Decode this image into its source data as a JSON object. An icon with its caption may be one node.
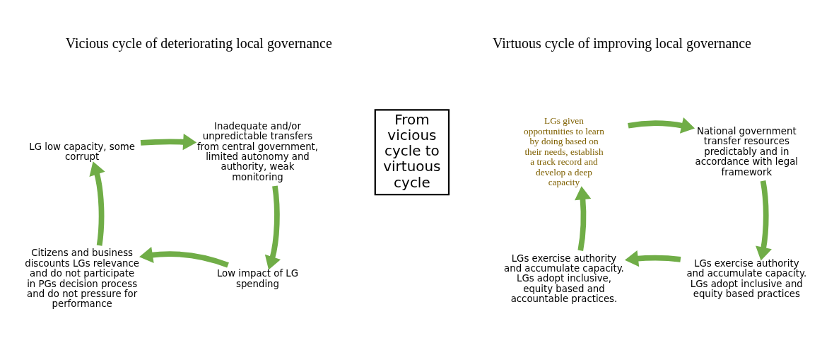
{
  "diagram": {
    "nodes": [
      {
        "text": [
          "LG low capacity, some corrupt"
        ]
      },
      {
        "text": [
          "Inadequate and/or unpredictable transfers from central government, limited autonomy and authority, weak monitoring"
        ]
      },
      {
        "text": [
          "Low impact of LG spending"
        ]
      },
      {
        "text": [
          "Citizens and business discounts LGs relevance and do not participate in PGs decision process and do not pressure for performance"
        ]
      },
      {
        "text": [
          "From vicious cycle to virtuous cycle"
        ]
      },
      {
        "text": [
          "LGs given opportunities to learn by doing based on their needs, establish a track record and develop a deep capacity"
        ]
      },
      {
        "text": [
          "National government transfer resources predictably and in accordance with legal framework"
        ]
      },
      {
        "text": [
          "LGs exercise authority and accumulate capacity. LGs adopt inclusive and equity based practices"
        ]
      },
      {
        "text": [
          "LGs exercise authority and accumulate capacity. LGs adopt inclusive, equity based and accountable practices."
        ]
      }
    ],
    "edges": [
      {
        "from": 0,
        "to": 1,
        "arrow": "to"
      },
      {
        "from": 1,
        "to": 2,
        "arrow": "to"
      },
      {
        "from": 2,
        "to": 3,
        "arrow": "to"
      },
      {
        "from": 3,
        "to": 0,
        "arrow": "to"
      },
      {
        "from": 5,
        "to": 6,
        "arrow": "to"
      },
      {
        "from": 6,
        "to": 7,
        "arrow": "to"
      },
      {
        "from": 7,
        "to": 8,
        "arrow": "to"
      },
      {
        "from": 8,
        "to": 5,
        "arrow": "to"
      }
    ],
    "labels": [
      "Vicious cycle of deteriorating local governance",
      "Virtuous cycle of improving local governance"
    ]
  }
}
